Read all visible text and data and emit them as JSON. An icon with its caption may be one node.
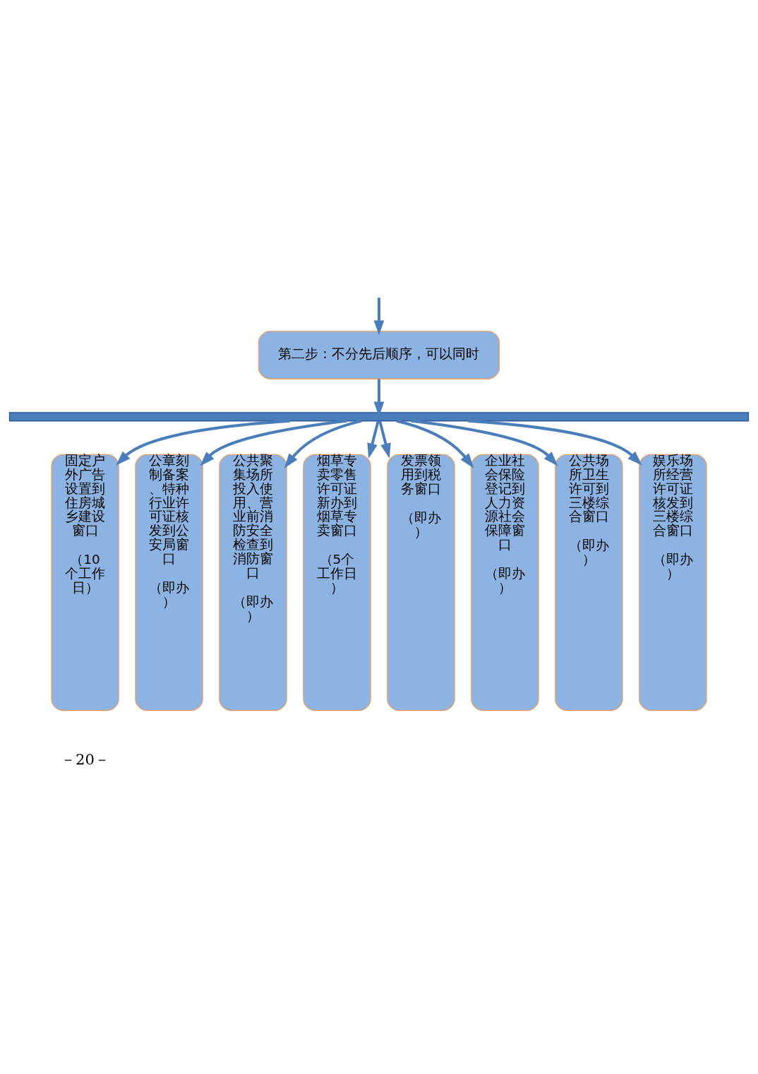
{
  "diagram": {
    "nodes": [
      {
        "text": [
          "第二步：不分先后顺序，可以同时"
        ]
      },
      {
        "text": [],
        "shape": "bar"
      },
      {
        "text": [
          "固定户外广告设置到住房城乡建设窗口",
          "（10个工作日）"
        ]
      },
      {
        "text": [
          "公章刻制备案、特种行业许可证核发到公安局窗口",
          "（即办）"
        ]
      },
      {
        "text": [
          "公共聚集场所投入使用、营业前消防安全检查到消防窗口",
          "（即办）"
        ]
      },
      {
        "text": [
          "烟草专卖零售许可证新办到烟草专卖窗口",
          "（5个工作日）"
        ]
      },
      {
        "text": [
          "发票领用到税务窗口",
          "（即办）"
        ]
      },
      {
        "text": [
          "企业社会保险登记到人力资源社会保障窗口",
          "（即办）"
        ]
      },
      {
        "text": [
          "公共场所卫生许可到三楼综合窗口",
          "（即办）"
        ]
      },
      {
        "text": [
          "娱乐场所经营许可证核发到三楼综合窗口",
          "（即办）"
        ]
      }
    ],
    "edges": [
      {
        "from": null,
        "to": 0,
        "arrow": "to"
      },
      {
        "from": 0,
        "to": 1,
        "arrow": "to"
      },
      {
        "from": 1,
        "to": 2,
        "arrow": "to"
      },
      {
        "from": 1,
        "to": 3,
        "arrow": "to"
      },
      {
        "from": 1,
        "to": 4,
        "arrow": "to"
      },
      {
        "from": 1,
        "to": 5,
        "arrow": "to"
      },
      {
        "from": 1,
        "to": 6,
        "arrow": "to"
      },
      {
        "from": 1,
        "to": 7,
        "arrow": "to"
      },
      {
        "from": 1,
        "to": 8,
        "arrow": "to"
      },
      {
        "from": 1,
        "to": 9,
        "arrow": "to"
      }
    ],
    "labels": [
      "－20－"
    ]
  }
}
